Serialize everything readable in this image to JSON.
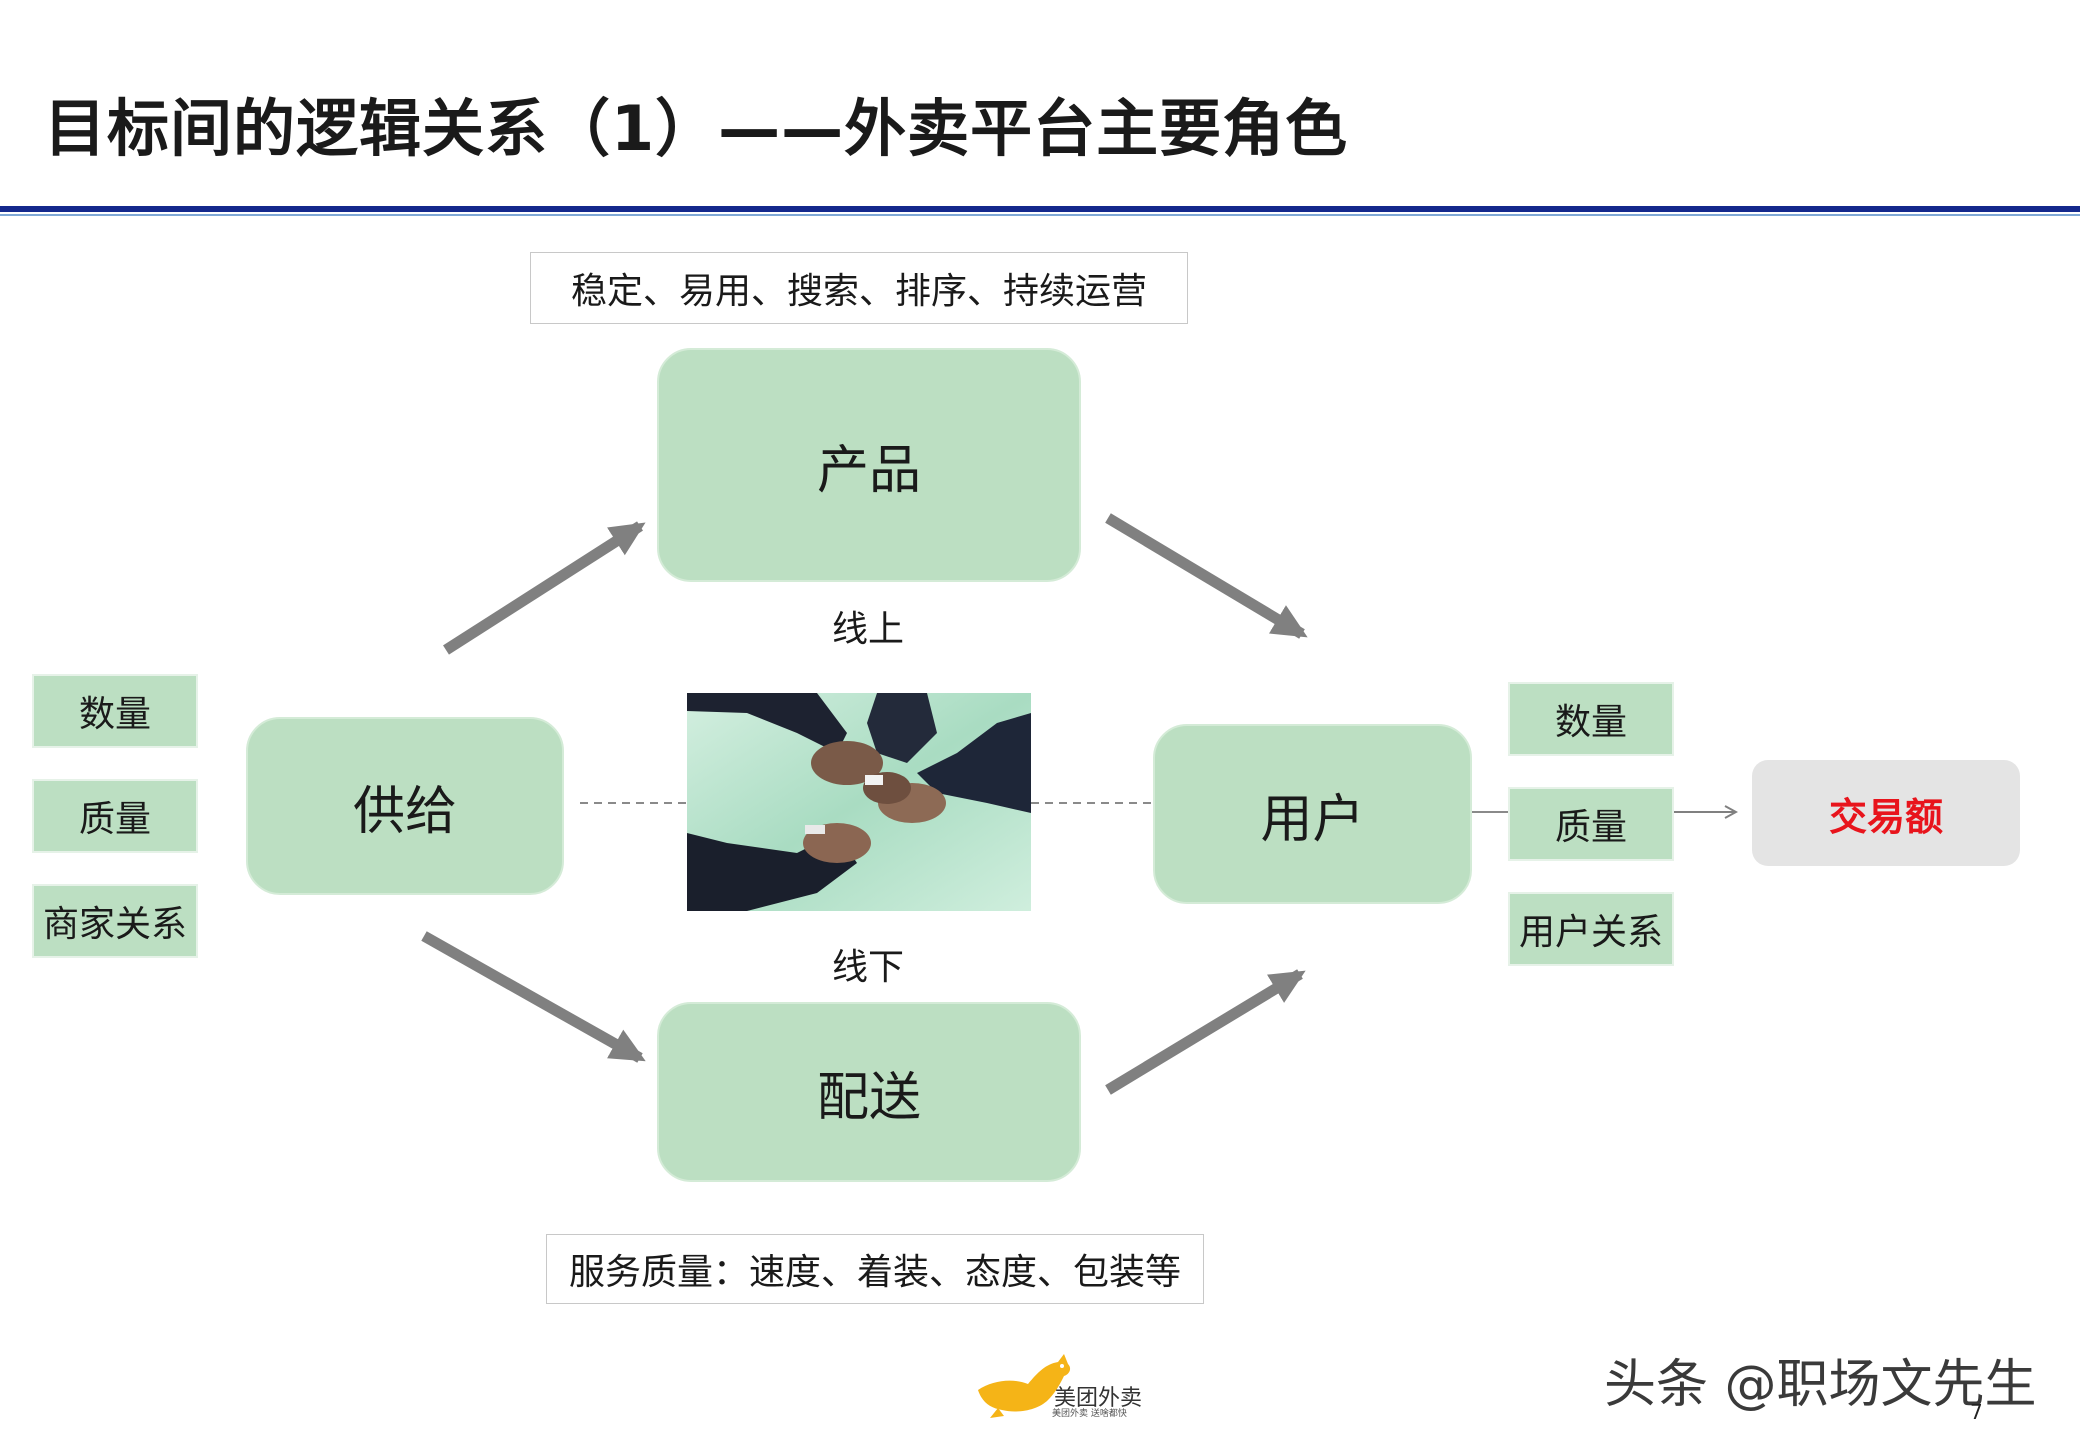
{
  "title": "目标间的逻辑关系（1）——外卖平台主要角色",
  "notes": {
    "product": "稳定、易用、搜索、排序、持续运营",
    "delivery": "服务质量：速度、着装、态度、包装等"
  },
  "nodes": {
    "product": "产品",
    "supply": "供给",
    "user": "用户",
    "delivery": "配送"
  },
  "labels": {
    "online": "线上",
    "offline": "线下"
  },
  "supply_tags": [
    "数量",
    "质量",
    "商家关系"
  ],
  "user_tags": [
    "数量",
    "质量",
    "用户关系"
  ],
  "result": "交易额",
  "colors": {
    "node_fill": "#bcdfc2",
    "arrow": "#808080",
    "result_text": "#e8141c",
    "header_rule": "#14288c"
  },
  "logo": {
    "name": "美团外卖",
    "slogan": "美团外卖 送啥都快",
    "icon": "kangaroo-logo-icon"
  },
  "watermark": "头条 @职场文先生",
  "page_number": "7"
}
